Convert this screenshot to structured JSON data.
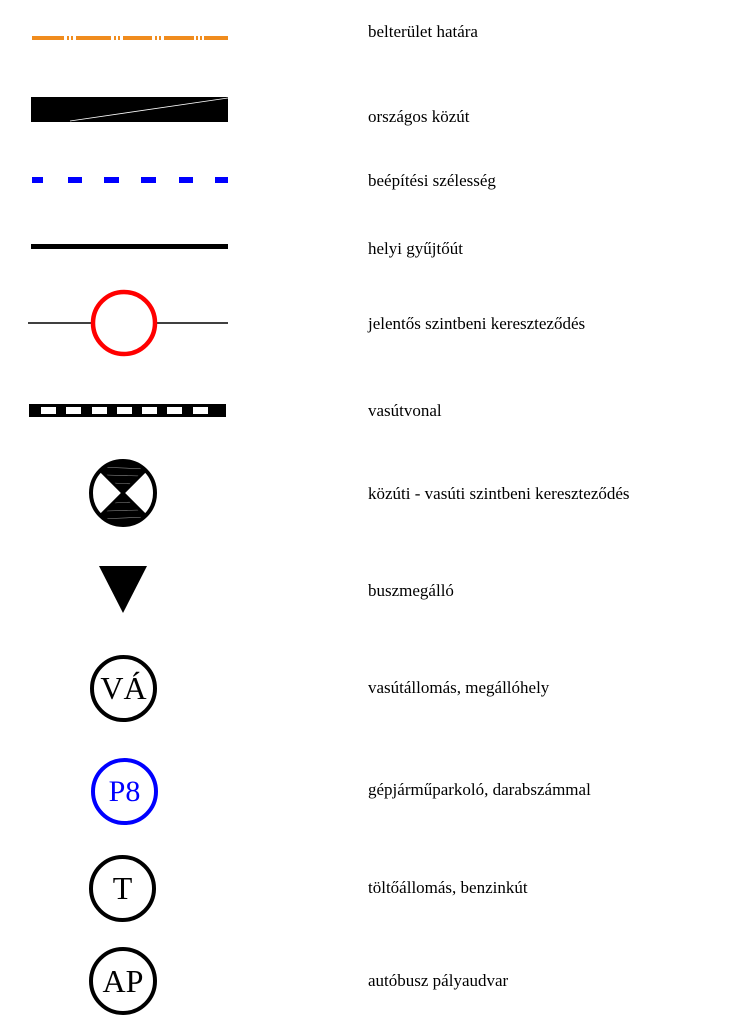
{
  "legend": {
    "items": [
      {
        "symbol": "orange-dash-dot-line-icon",
        "label": "belterület határa",
        "color": "#f08c1e"
      },
      {
        "symbol": "tapered-black-bar-icon",
        "label": "országos közút",
        "color": "#000000"
      },
      {
        "symbol": "blue-dashed-line-icon",
        "label": "beépítési szélesség",
        "color": "#0000ff"
      },
      {
        "symbol": "thick-black-line-icon",
        "label": "helyi gyűjtőút",
        "color": "#000000"
      },
      {
        "symbol": "red-circle-on-line-icon",
        "label": "jelentős szintbeni kereszteződés",
        "color": "#ff0000"
      },
      {
        "symbol": "railway-line-icon",
        "label": "vasútvonal",
        "color": "#000000"
      },
      {
        "symbol": "road-rail-crossing-icon",
        "label": "közúti - vasúti szintbeni kereszteződés",
        "color": "#000000"
      },
      {
        "symbol": "bus-stop-triangle-icon",
        "label": "buszmegálló",
        "color": "#000000"
      },
      {
        "symbol": "railway-station-icon",
        "label": "vasútállomás, megállóhely",
        "badge": "VÁ",
        "color": "#000000"
      },
      {
        "symbol": "parking-icon",
        "label": "gépjárműparkoló, darabszámmal",
        "badge": "P8",
        "color": "#0000ff"
      },
      {
        "symbol": "fuel-station-icon",
        "label": "töltőállomás, benzinkút",
        "badge": "T",
        "color": "#000000"
      },
      {
        "symbol": "bus-terminal-icon",
        "label": "autóbusz pályaudvar",
        "badge": "AP",
        "color": "#000000"
      }
    ]
  }
}
